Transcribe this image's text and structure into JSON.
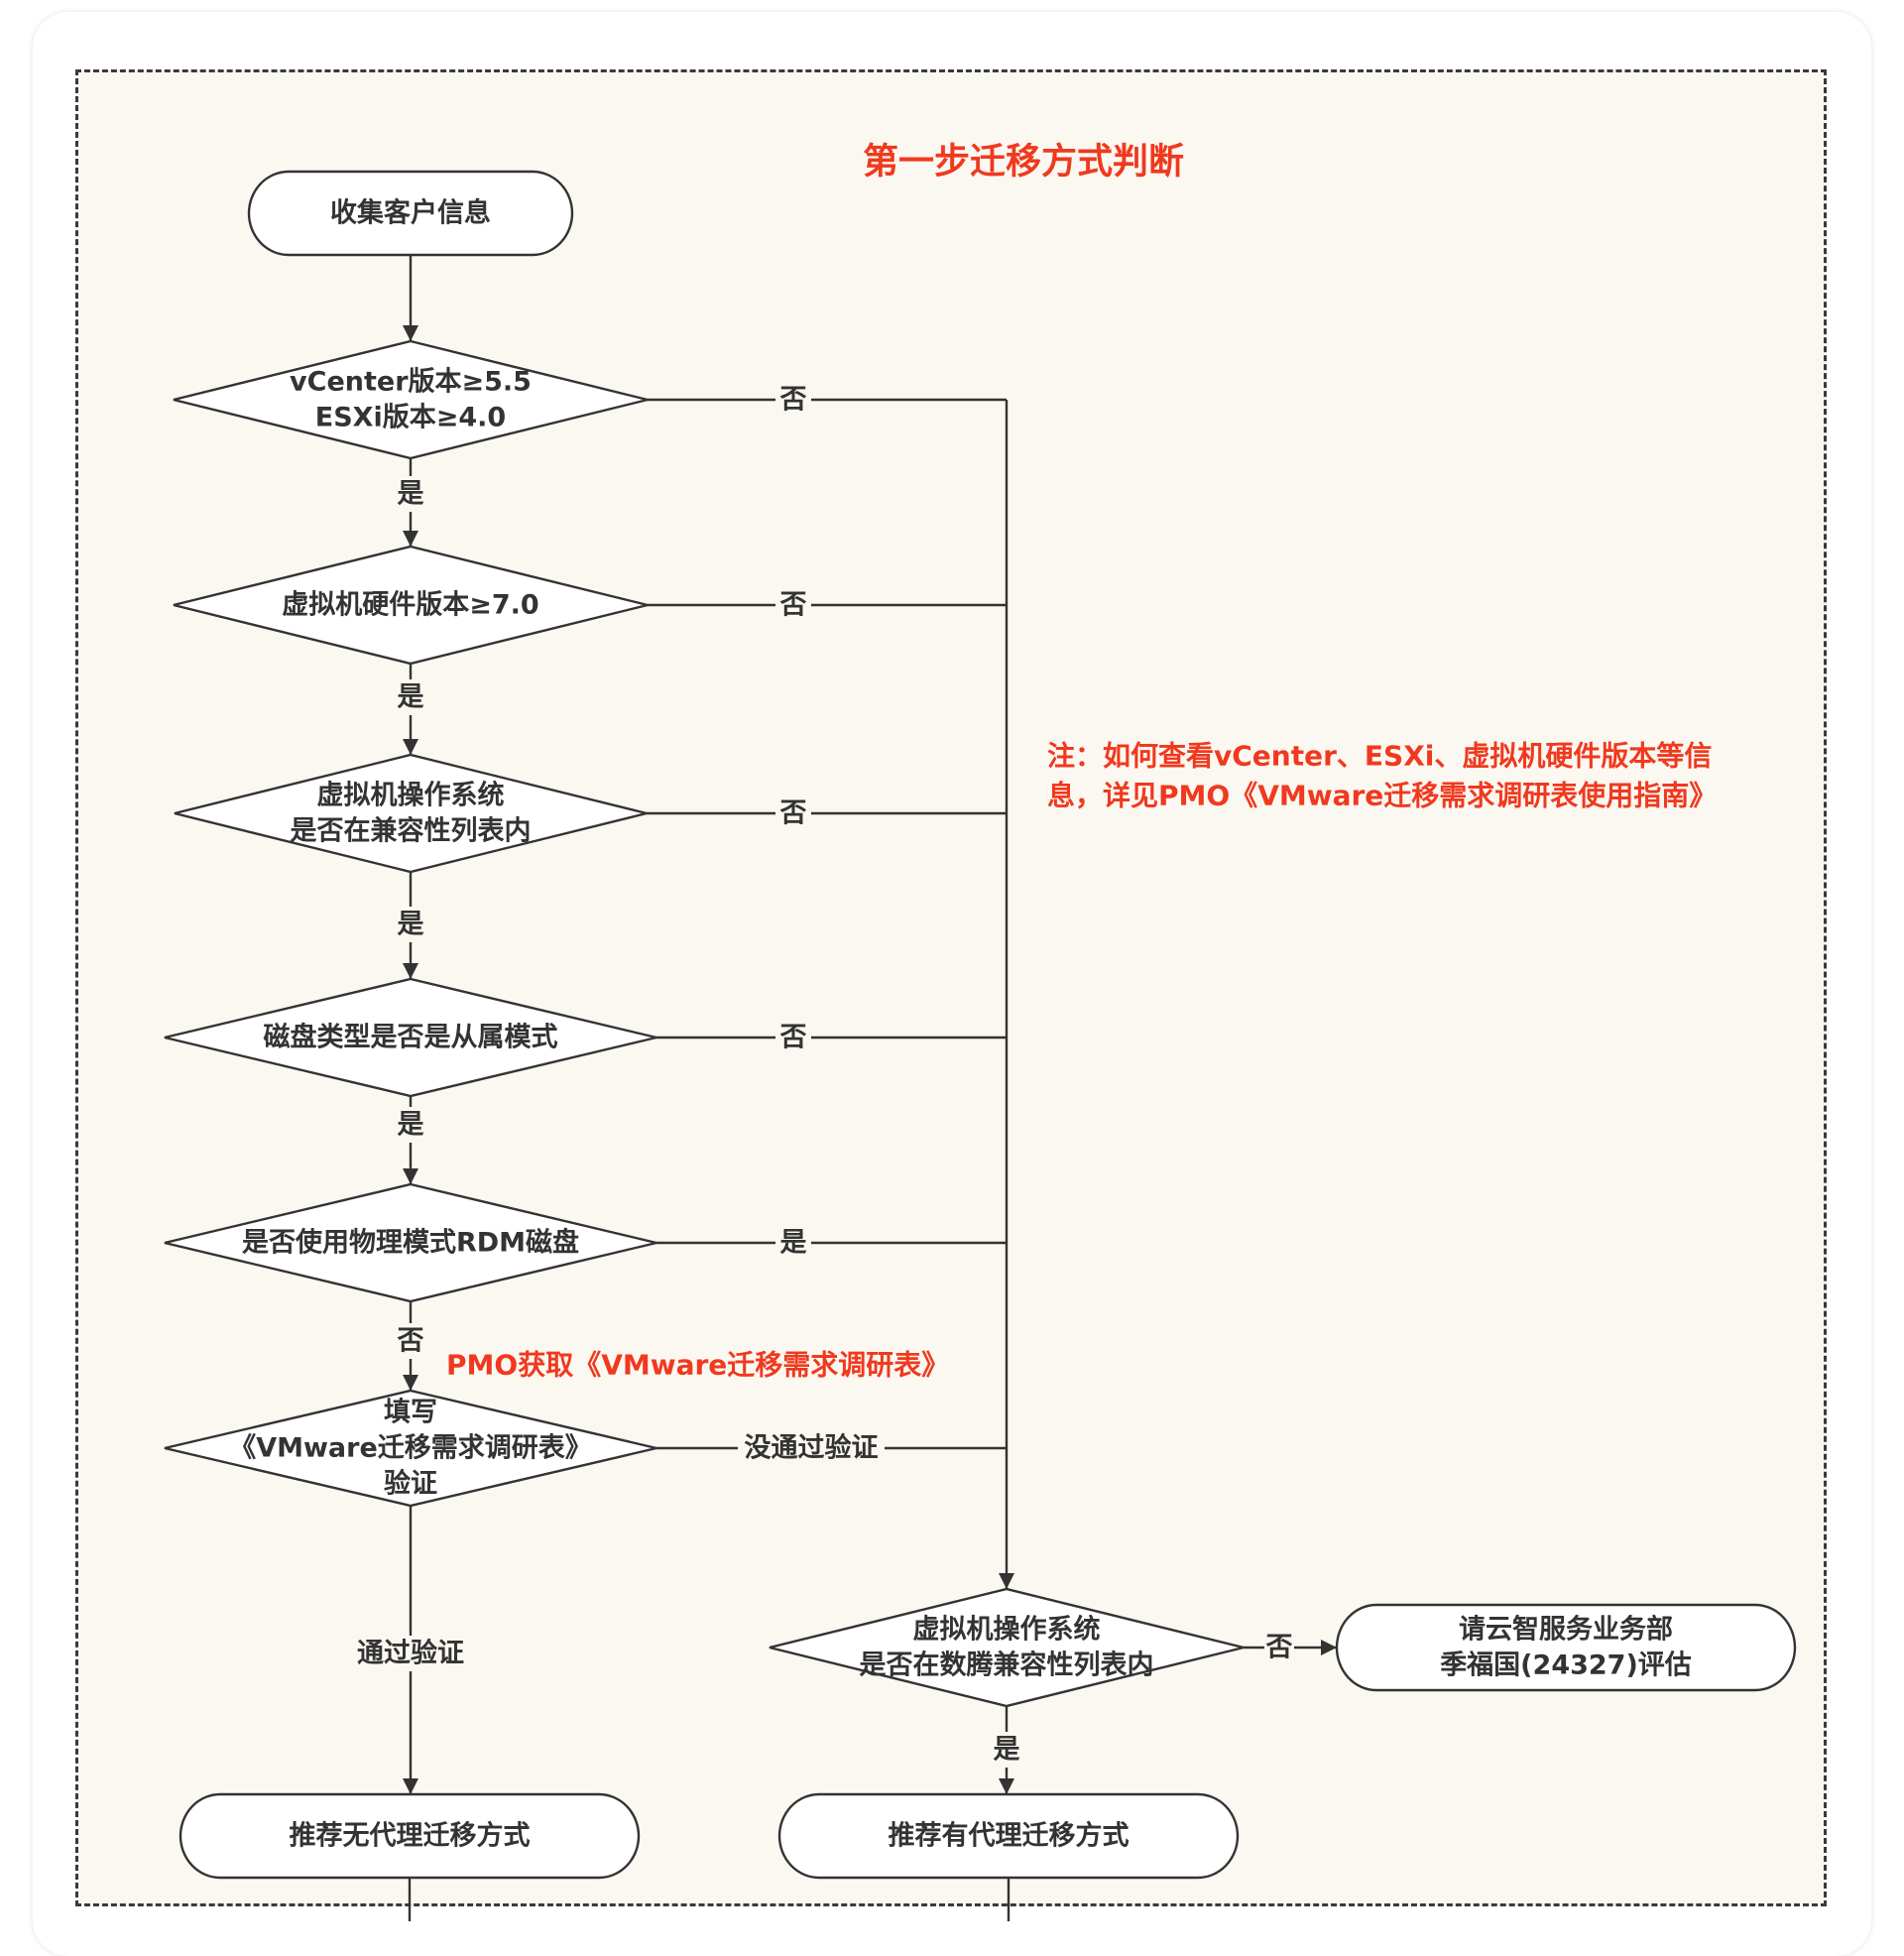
{
  "title": "第一步迁移方式判断",
  "accent_color": "#f0391e",
  "nodes": {
    "start": {
      "type": "terminal",
      "lines": [
        "收集客户信息"
      ]
    },
    "d1": {
      "type": "decision",
      "lines": [
        "vCenter版本≥5.5",
        "ESXi版本≥4.0"
      ]
    },
    "d2": {
      "type": "decision",
      "lines": [
        "虚拟机硬件版本≥7.0"
      ]
    },
    "d3": {
      "type": "decision",
      "lines": [
        "虚拟机操作系统",
        "是否在兼容性列表内"
      ]
    },
    "d4": {
      "type": "decision",
      "lines": [
        "磁盘类型是否是从属模式"
      ]
    },
    "d5": {
      "type": "decision",
      "lines": [
        "是否使用物理模式RDM磁盘"
      ]
    },
    "d6": {
      "type": "decision",
      "lines": [
        "填写",
        "《VMware迁移需求调研表》",
        "验证"
      ]
    },
    "d7": {
      "type": "decision",
      "lines": [
        "虚拟机操作系统",
        "是否在数腾兼容性列表内"
      ]
    },
    "escalate": {
      "type": "terminal",
      "lines": [
        "请云智服务业务部",
        "季福国(24327)评估"
      ]
    },
    "agentless": {
      "type": "terminal",
      "lines": [
        "推荐无代理迁移方式"
      ]
    },
    "agent": {
      "type": "terminal",
      "lines": [
        "推荐有代理迁移方式"
      ]
    }
  },
  "edges": [
    {
      "from": "start",
      "to": "d1",
      "label": ""
    },
    {
      "from": "d1",
      "to": "d2",
      "label": "是"
    },
    {
      "from": "d1",
      "to": "d7",
      "label": "否"
    },
    {
      "from": "d2",
      "to": "d3",
      "label": "是"
    },
    {
      "from": "d2",
      "to": "d7",
      "label": "否"
    },
    {
      "from": "d3",
      "to": "d4",
      "label": "是"
    },
    {
      "from": "d3",
      "to": "d7",
      "label": "否"
    },
    {
      "from": "d4",
      "to": "d5",
      "label": "是"
    },
    {
      "from": "d4",
      "to": "d7",
      "label": "否"
    },
    {
      "from": "d5",
      "to": "d6",
      "label": "否"
    },
    {
      "from": "d5",
      "to": "d7",
      "label": "是"
    },
    {
      "from": "d6",
      "to": "agentless",
      "label": "通过验证"
    },
    {
      "from": "d6",
      "to": "d7",
      "label": "没通过验证"
    },
    {
      "from": "d7",
      "to": "escalate",
      "label": "否"
    },
    {
      "from": "d7",
      "to": "agent",
      "label": "是"
    }
  ],
  "annotations": {
    "note_lines": [
      "注：如何查看vCenter、ESXi、虚拟机硬件版本等信",
      "息，详见PMO《VMware迁移需求调研表使用指南》"
    ],
    "pmo_note": "PMO获取《VMware迁移需求调研表》"
  }
}
